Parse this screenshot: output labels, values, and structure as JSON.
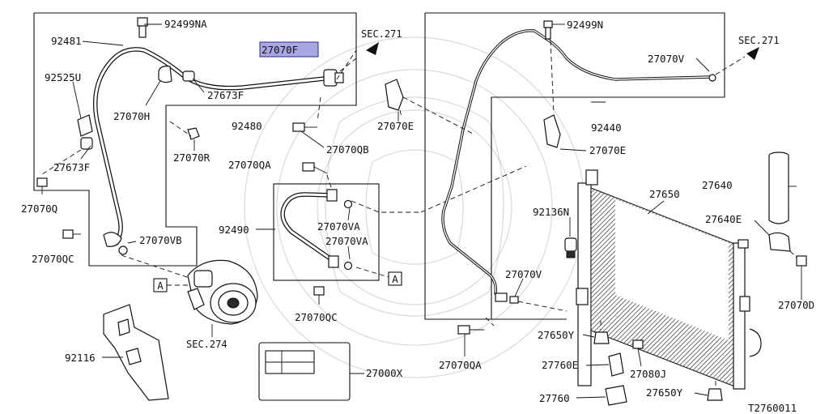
{
  "diagram_id": "T2760011",
  "references": {
    "sec_271": "SEC.271",
    "sec_274": "SEC.274"
  },
  "callouts": {
    "a": "A"
  },
  "highlight_color": "#a9a6e4",
  "parts": {
    "p92499NA": "92499NA",
    "p92481": "92481",
    "p27070F": "27070F",
    "p92525U": "92525U",
    "p27070H": "27070H",
    "p27673F_a": "27673F",
    "p92480": "92480",
    "p27673F_b": "27673F",
    "p27070R": "27070R",
    "p27070QB": "27070QB",
    "p27070E_a": "27070E",
    "p27070Q": "27070Q",
    "p27070QA_a": "27070QA",
    "p27070VB": "27070VB",
    "p27070QC_a": "27070QC",
    "p92490": "92490",
    "p27070VA_a": "27070VA",
    "p27070VA_b": "27070VA",
    "p27070QC_b": "27070QC",
    "p92116": "92116",
    "p27000X": "27000X",
    "p92499N": "92499N",
    "p27070V_a": "27070V",
    "p92440": "92440",
    "p27070E_b": "27070E",
    "p27640": "27640",
    "p27650": "27650",
    "p27640E": "27640E",
    "p92136N": "92136N",
    "p27070V_b": "27070V",
    "p27070D": "27070D",
    "p27650Y_a": "27650Y",
    "p27070QA_b": "27070QA",
    "p27760E": "27760E",
    "p27080J": "27080J",
    "p27760": "27760",
    "p27650Y_b": "27650Y"
  }
}
